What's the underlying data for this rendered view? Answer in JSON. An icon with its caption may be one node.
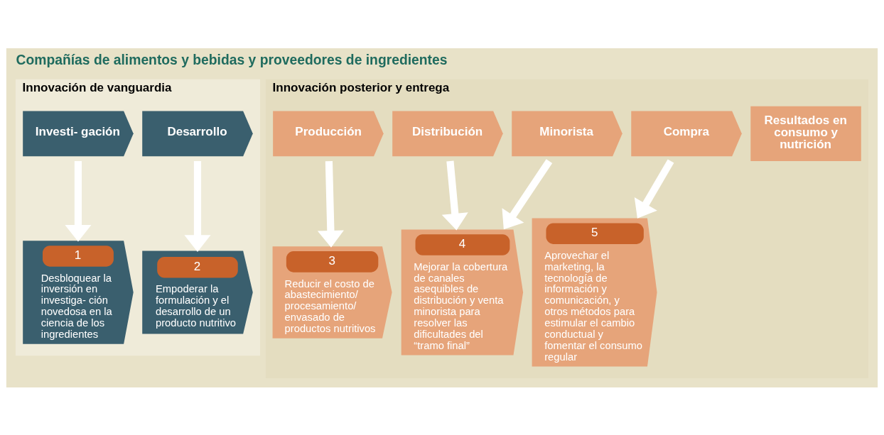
{
  "diagram": {
    "title": "Compañías de alimentos y bebidas y proveedores de ingredientes",
    "nodes": [
      {
        "text": [
          "Innovación de vanguardia"
        ]
      },
      {
        "text": [
          "Innovación posterior y entrega"
        ]
      },
      {
        "text": [
          "Investi- gación"
        ],
        "in": 0
      },
      {
        "text": [
          "Desarrollo"
        ],
        "in": 0
      },
      {
        "text": [
          "Producción"
        ],
        "in": 1
      },
      {
        "text": [
          "Distribución"
        ],
        "in": 1
      },
      {
        "text": [
          "Minorista"
        ],
        "in": 1
      },
      {
        "text": [
          "Compra"
        ],
        "in": 1
      },
      {
        "text": [
          "Resultados en consumo y nutrición"
        ],
        "in": 1
      },
      {
        "text": [
          "1",
          "Desbloquear la inversión en investiga- ción novedosa en la ciencia de los ingredientes"
        ],
        "in": 0
      },
      {
        "text": [
          "2",
          "Empoderar la formulación y el desarrollo de un producto nutritivo"
        ],
        "in": 0
      },
      {
        "text": [
          "3",
          "Reducir el costo de abastecimiento/ procesamiento/ envasado de productos nutritivos"
        ],
        "in": 1
      },
      {
        "text": [
          "4",
          "Mejorar la cobertura de canales asequibles de distribución y venta minorista para resolver las dificultades del “tramo final”"
        ],
        "in": 1
      },
      {
        "text": [
          "5",
          "Aprovechar el marketing, la tecnología de información y comunicación, y otros métodos para estimular el cambio conductual y fomentar el consumo regular"
        ],
        "in": 1
      }
    ],
    "edges": [
      {
        "from": 2,
        "to": 9,
        "arrow": "to"
      },
      {
        "from": 3,
        "to": 10,
        "arrow": "to"
      },
      {
        "from": 4,
        "to": 11,
        "arrow": "to"
      },
      {
        "from": 5,
        "to": 12,
        "arrow": "to"
      },
      {
        "from": 6,
        "to": 12,
        "arrow": "to"
      },
      {
        "from": 7,
        "to": 13,
        "arrow": "to"
      }
    ]
  }
}
